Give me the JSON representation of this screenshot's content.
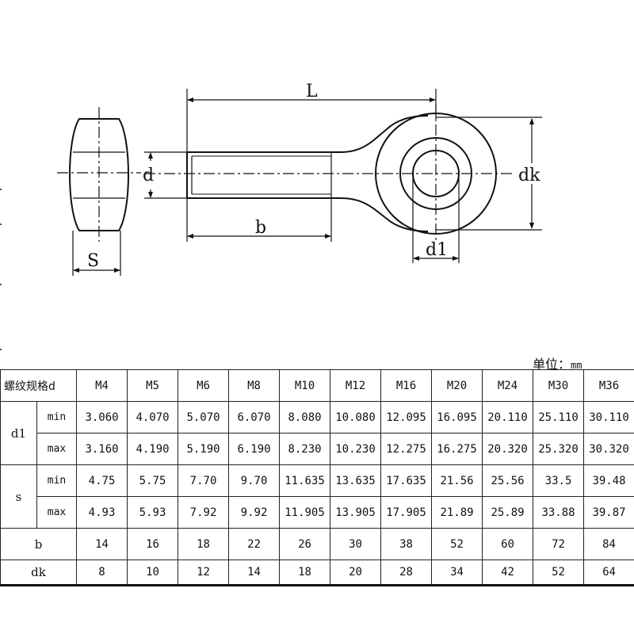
{
  "drawing": {
    "labels": {
      "L": "L",
      "b": "b",
      "d": "d",
      "dk": "dk",
      "d1": "d1",
      "S": "S"
    }
  },
  "table": {
    "unit_label": "单位：",
    "unit_value": "mm",
    "header_label": "螺纹规格d",
    "sizes": [
      "M4",
      "M5",
      "M6",
      "M8",
      "M10",
      "M12",
      "M16",
      "M20",
      "M24",
      "M30",
      "M36"
    ],
    "d1": {
      "label": "d1",
      "min_label": "min",
      "max_label": "max",
      "min": [
        "3.060",
        "4.070",
        "5.070",
        "6.070",
        "8.080",
        "10.080",
        "12.095",
        "16.095",
        "20.110",
        "25.110",
        "30.110"
      ],
      "max": [
        "3.160",
        "4.190",
        "5.190",
        "6.190",
        "8.230",
        "10.230",
        "12.275",
        "16.275",
        "20.320",
        "25.320",
        "30.320"
      ]
    },
    "s": {
      "label": "s",
      "min_label": "min",
      "max_label": "max",
      "min": [
        "4.75",
        "5.75",
        "7.70",
        "9.70",
        "11.635",
        "13.635",
        "17.635",
        "21.56",
        "25.56",
        "33.5",
        "39.48"
      ],
      "max": [
        "4.93",
        "5.93",
        "7.92",
        "9.92",
        "11.905",
        "13.905",
        "17.905",
        "21.89",
        "25.89",
        "33.88",
        "39.87"
      ]
    },
    "b": {
      "label": "b",
      "values": [
        "14",
        "16",
        "18",
        "22",
        "26",
        "30",
        "38",
        "52",
        "60",
        "72",
        "84"
      ]
    },
    "dk": {
      "label": "dk",
      "values": [
        "8",
        "10",
        "12",
        "14",
        "18",
        "20",
        "28",
        "34",
        "42",
        "52",
        "64"
      ]
    }
  }
}
